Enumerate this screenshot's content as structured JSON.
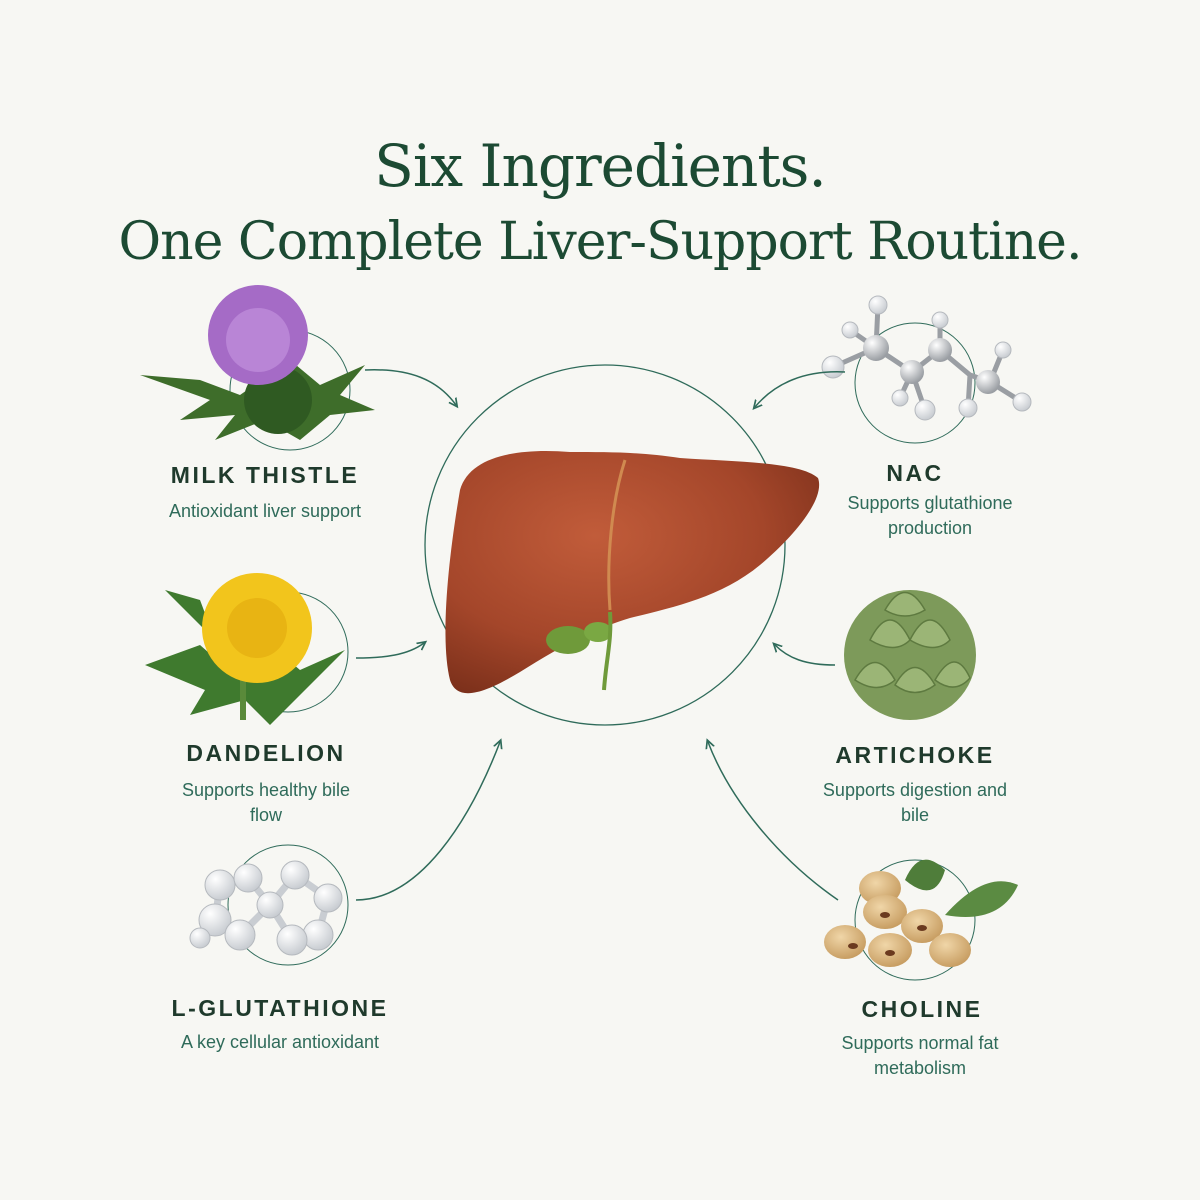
{
  "title": {
    "line1": "Six Ingredients.",
    "line2": "One Complete Liver-Support Routine."
  },
  "center": {
    "icon": "liver-illustration"
  },
  "ingredients": [
    {
      "name": "MILK THISTLE",
      "desc": "Antioxidant liver support",
      "icon": "milk-thistle-flower-icon"
    },
    {
      "name": "DANDELION",
      "desc": "Supports healthy bile flow",
      "icon": "dandelion-flower-icon"
    },
    {
      "name": "L-GLUTATHIONE",
      "desc": "A key cellular antioxidant",
      "icon": "glutathione-molecule-icon"
    },
    {
      "name": "NAC",
      "desc": "Supports glutathione production",
      "icon": "nac-molecule-icon"
    },
    {
      "name": "ARTICHOKE",
      "desc": "Supports digestion and bile",
      "icon": "artichoke-icon"
    },
    {
      "name": "CHOLINE",
      "desc": "Supports normal fat metabolism",
      "icon": "soybeans-icon"
    }
  ],
  "colors": {
    "title": "#1c4a33",
    "label": "#1f3a2c",
    "description": "#2f6b5a",
    "connector": "#2f6b5a",
    "liver": "#a4462a",
    "background": "#f7f7f3"
  }
}
